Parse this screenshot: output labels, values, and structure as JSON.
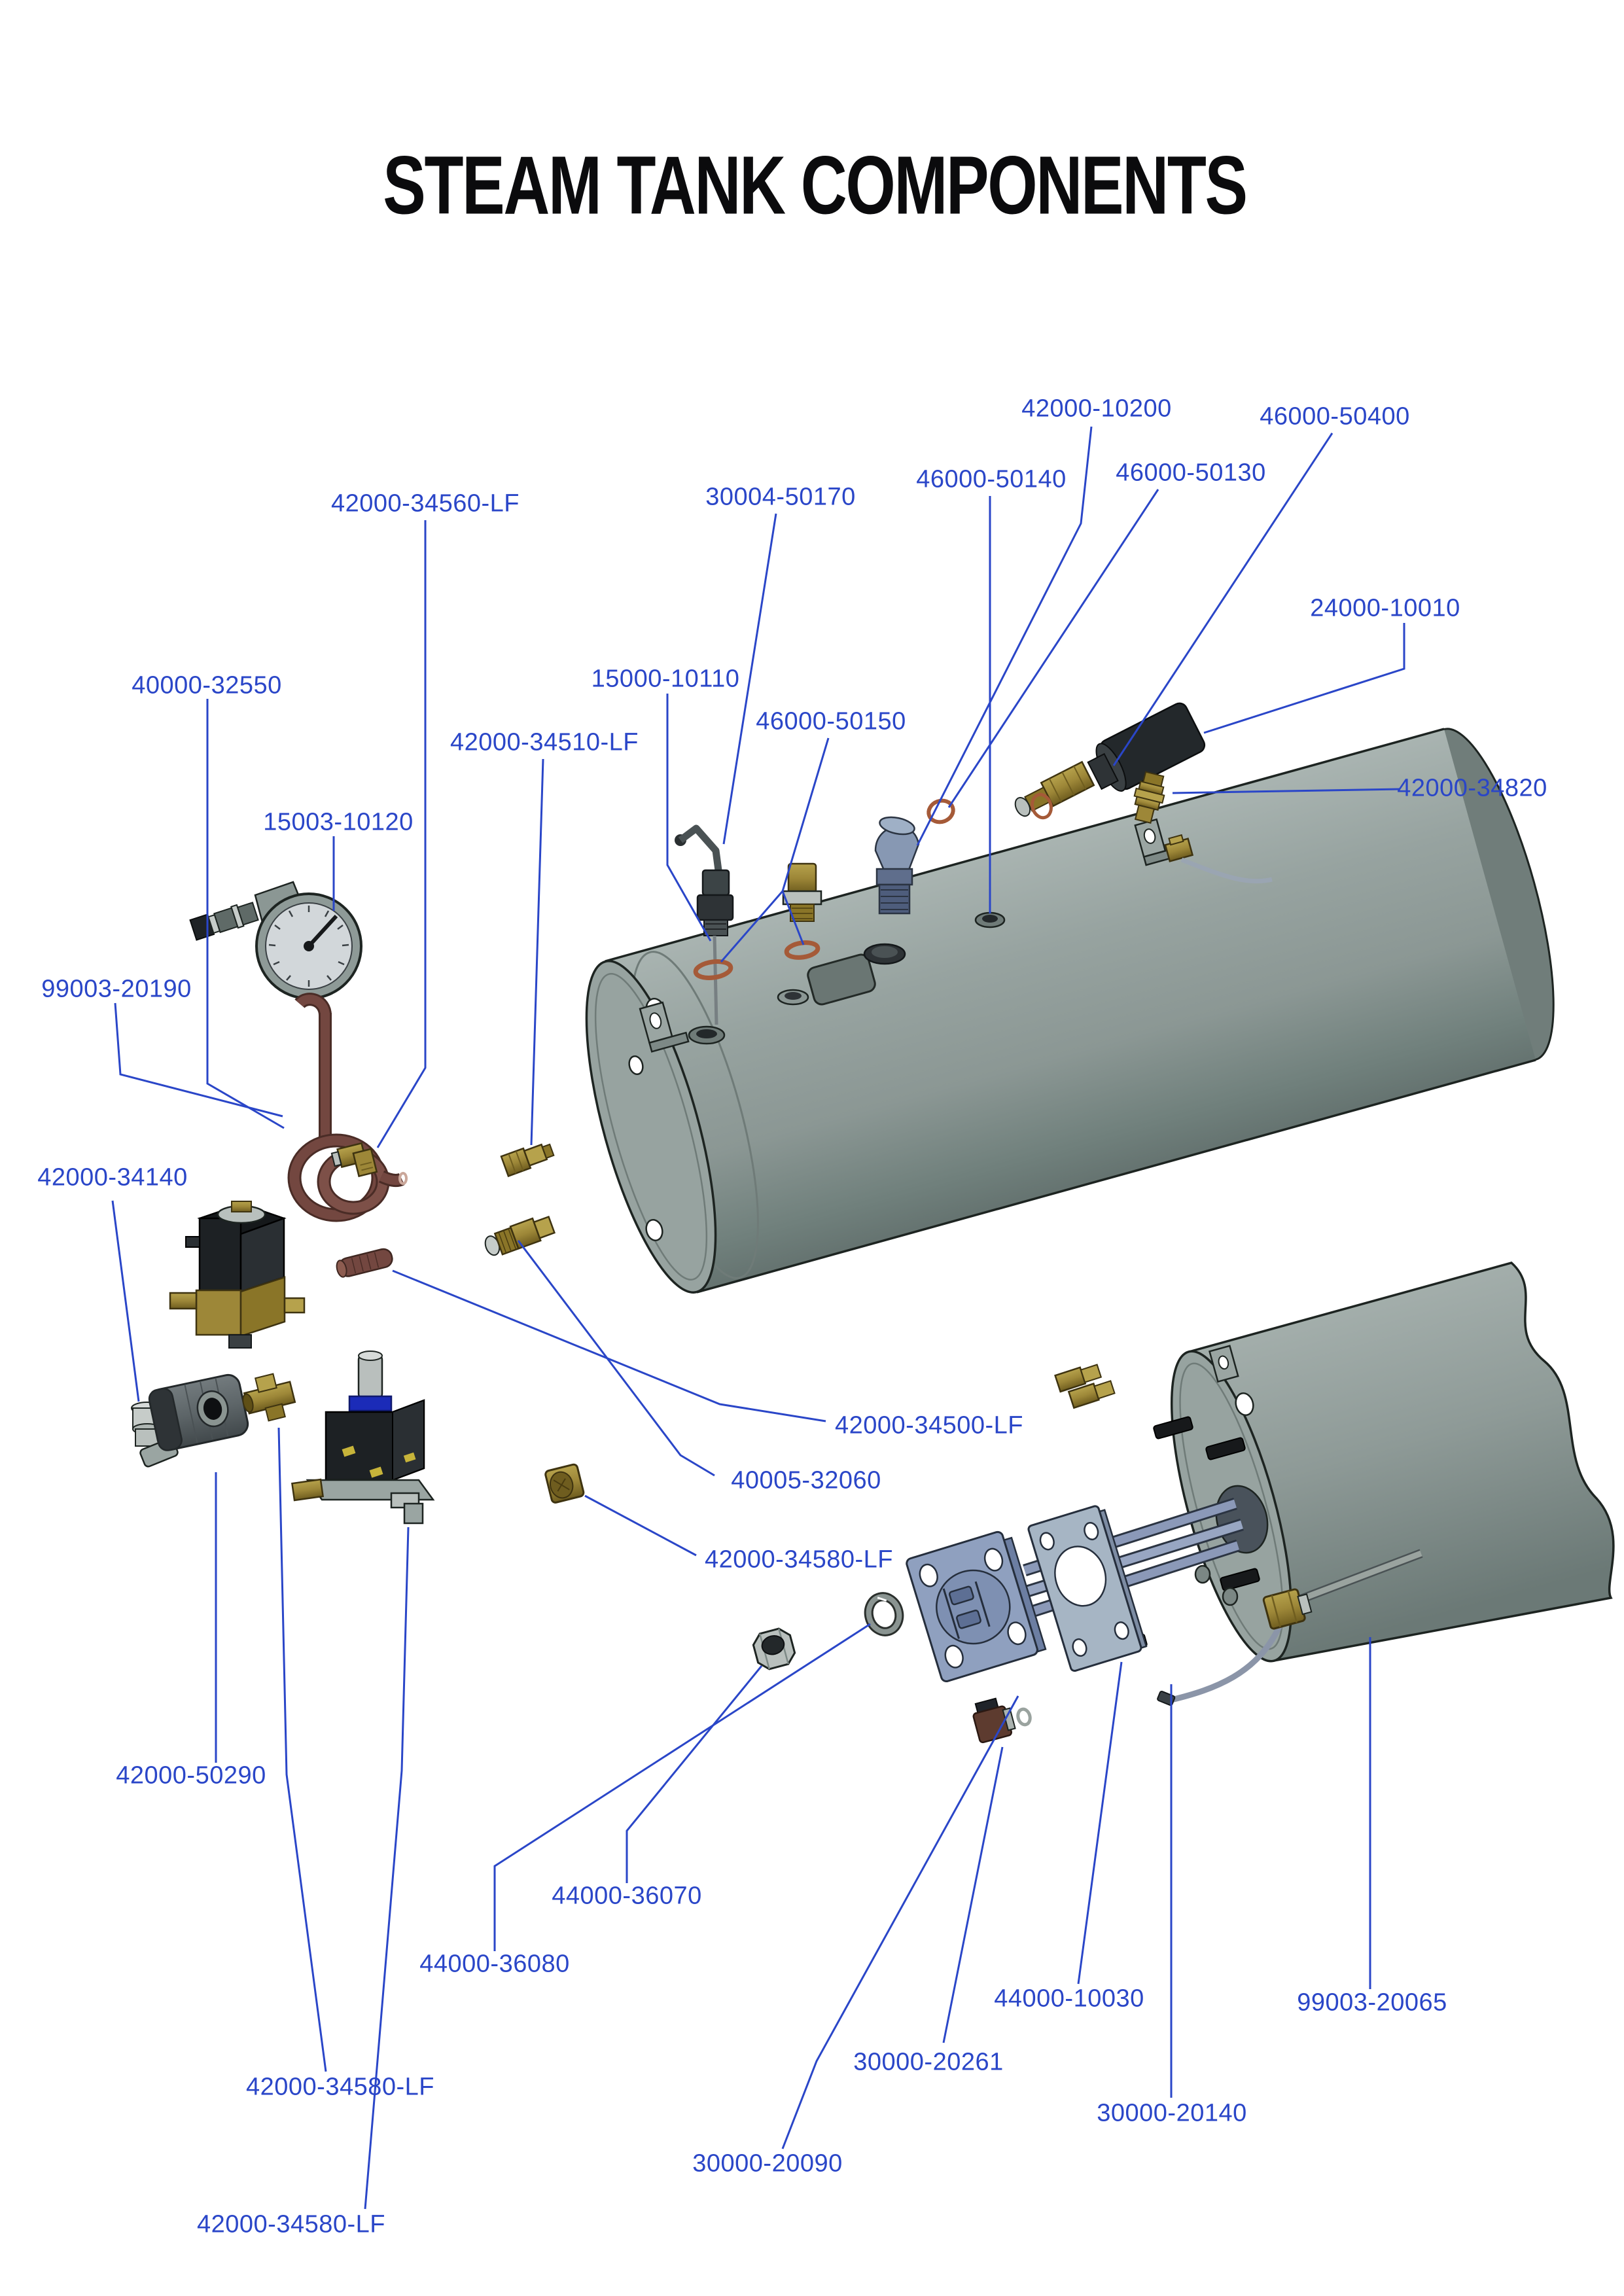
{
  "title": "STEAM TANK COMPONENTS",
  "colors": {
    "label_blue": "#2a46c8",
    "tank_gray": "#8e9a97",
    "tank_highlight": "#a9b4b1",
    "tank_shadow": "#657370",
    "steel_blue": "#8fa0bf",
    "fitting_blue_gray": "#8798b3",
    "brass": "#9d8738",
    "brass_light": "#b6a24c",
    "copper": "#a55a38",
    "tube_brown": "#734740",
    "black_part": "#1f2326",
    "silver": "#c6ccc9"
  },
  "labels": [
    {
      "id": "42000-10200",
      "text": "42000-10200"
    },
    {
      "id": "46000-50400",
      "text": "46000-50400"
    },
    {
      "id": "46000-50140",
      "text": "46000-50140"
    },
    {
      "id": "46000-50130",
      "text": "46000-50130"
    },
    {
      "id": "24000-10010",
      "text": "24000-10010"
    },
    {
      "id": "42000-34560-LF",
      "text": "42000-34560-LF"
    },
    {
      "id": "30004-50170",
      "text": "30004-50170"
    },
    {
      "id": "15000-10110",
      "text": "15000-10110"
    },
    {
      "id": "42000-34510-LF",
      "text": "42000-34510-LF"
    },
    {
      "id": "46000-50150",
      "text": "46000-50150"
    },
    {
      "id": "42000-34820",
      "text": "42000-34820"
    },
    {
      "id": "40000-32550",
      "text": "40000-32550"
    },
    {
      "id": "15003-10120",
      "text": "15003-10120"
    },
    {
      "id": "99003-20190",
      "text": "99003-20190"
    },
    {
      "id": "42000-34140",
      "text": "42000-34140"
    },
    {
      "id": "42000-34500-LF",
      "text": "42000-34500-LF"
    },
    {
      "id": "40005-32060",
      "text": "40005-32060"
    },
    {
      "id": "42000-34580-LF",
      "text": "42000-34580-LF"
    },
    {
      "id": "42000-50290",
      "text": "42000-50290"
    },
    {
      "id": "44000-36070",
      "text": "44000-36070"
    },
    {
      "id": "44000-36080",
      "text": "44000-36080"
    },
    {
      "id": "42000-34580-LF-2",
      "text": "42000-34580-LF"
    },
    {
      "id": "42000-34580-LF-3",
      "text": "42000-34580-LF"
    },
    {
      "id": "30000-20090",
      "text": "30000-20090"
    },
    {
      "id": "44000-10030",
      "text": "44000-10030"
    },
    {
      "id": "99003-20065",
      "text": "99003-20065"
    },
    {
      "id": "30000-20261",
      "text": "30000-20261"
    },
    {
      "id": "30000-20140",
      "text": "30000-20140"
    }
  ]
}
